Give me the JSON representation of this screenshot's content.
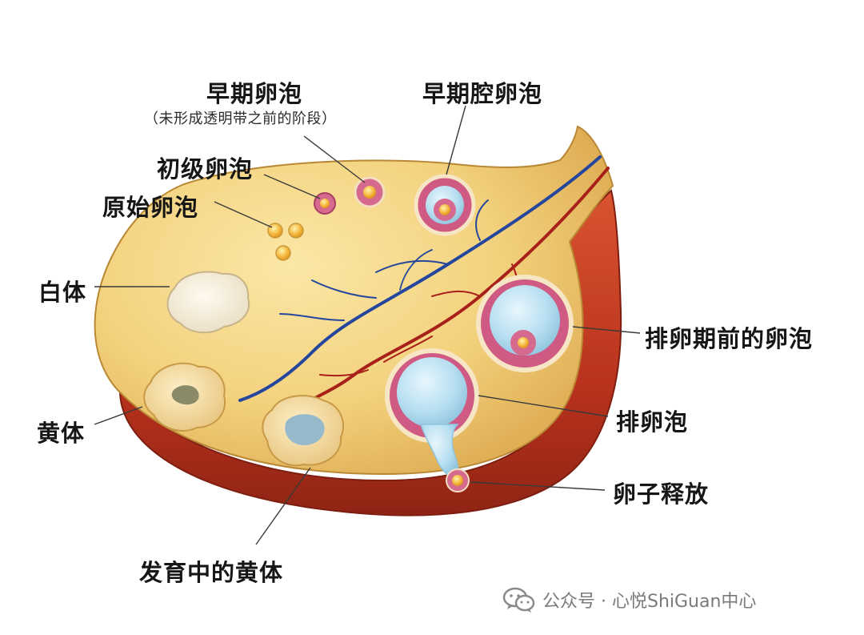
{
  "labels": {
    "early_follicle": "早期卵泡",
    "early_follicle_note": "（未形成透明带之前的阶段）",
    "early_antral_follicle": "早期腔卵泡",
    "primary_follicle": "初级卵泡",
    "primordial_follicle": "原始卵泡",
    "corpus_albicans": "白体",
    "preovulatory_follicle": "排卵期前的卵泡",
    "corpus_luteum": "黄体",
    "ovulating_follicle": "排卵泡",
    "egg_release": "卵子释放",
    "developing_corpus_luteum": "发育中的黄体"
  },
  "watermark": {
    "text": "公众号 · 心悦ShiGuan中心",
    "icon": "wechat-icon"
  },
  "colors": {
    "stroma": "#f0cf76",
    "outer_tissue": "#c23a22",
    "artery": "#a8201a",
    "vein": "#24469c",
    "follicle_granulosa": "#c9567f",
    "antrum_fluid": "#b7dff1",
    "oocyte": "#f5b63a"
  }
}
